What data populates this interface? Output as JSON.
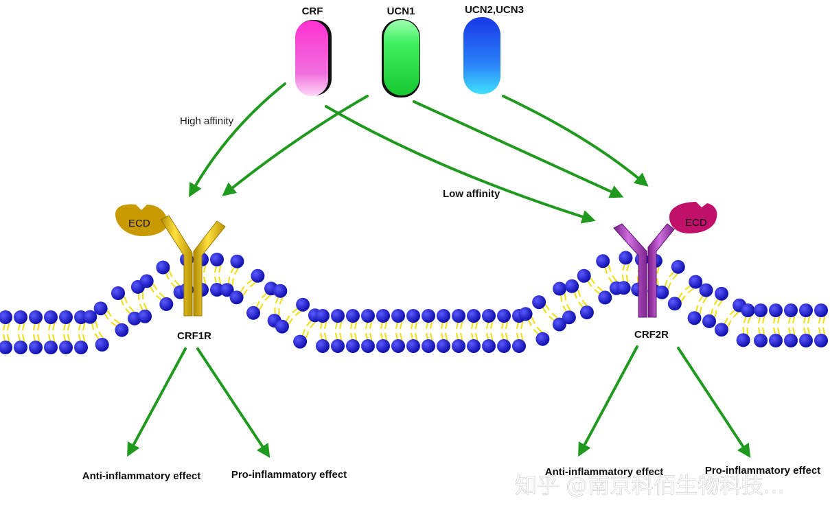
{
  "ligands": [
    {
      "label": "CRF"
    },
    {
      "label": "UCN1"
    },
    {
      "label": "UCN2,UCN3"
    }
  ],
  "affinity": {
    "high": "High affinity",
    "low": "Low affinity"
  },
  "receptors": [
    {
      "label": "CRF1R",
      "ecd": "ECD",
      "color": "#d8b400"
    },
    {
      "label": "CRF2R",
      "ecd": "ECD",
      "color": "#a43ab5"
    }
  ],
  "effects": {
    "crf1r_anti": "Anti-inflammatory effect",
    "crf1r_pro": "Pro-inflammatory effect",
    "crf2r_anti": "Anti-inflammatory effect",
    "crf2r_pro": "Pro-inflammatory effect"
  },
  "watermark": "知乎 @南京科佰生物科技...",
  "colors": {
    "arrow": "#1f9a1f",
    "lipid_head": "#1414c8",
    "lipid_tail": "#f0e020",
    "crf": "#f040d8",
    "ucn1": "#30e050",
    "ucn23": "#2060f0",
    "ecd1": "#c89a00",
    "ecd2": "#c0106a"
  }
}
